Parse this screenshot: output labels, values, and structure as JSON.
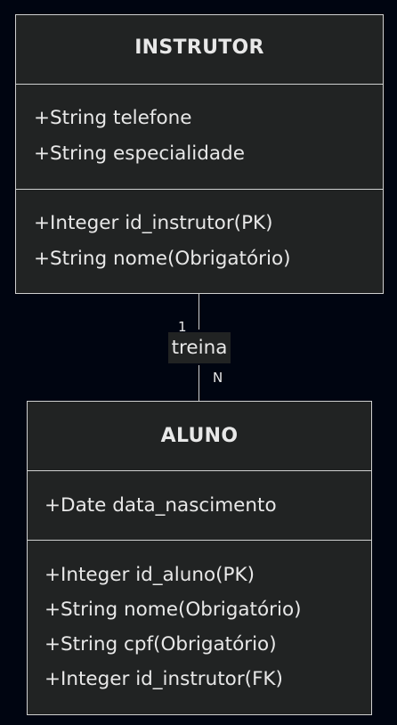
{
  "entities": [
    {
      "name": "INSTRUTOR",
      "attributes": [
        "+String telefone",
        "+String especialidade"
      ],
      "keys": [
        "+Integer id_instrutor(PK)",
        "+String nome(Obrigatório)"
      ]
    },
    {
      "name": "ALUNO",
      "attributes": [
        "+Date data_nascimento"
      ],
      "keys": [
        "+Integer id_aluno(PK)",
        "+String nome(Obrigatório)",
        "+String cpf(Obrigatório)",
        "+Integer id_instrutor(FK)"
      ]
    }
  ],
  "relationship": {
    "label": "treina",
    "from_cardinality": "1",
    "to_cardinality": "N"
  },
  "colors": {
    "background": "#000511",
    "box_fill": "#212323",
    "box_stroke": "#cfd0d0",
    "text": "#e8e8e8"
  }
}
